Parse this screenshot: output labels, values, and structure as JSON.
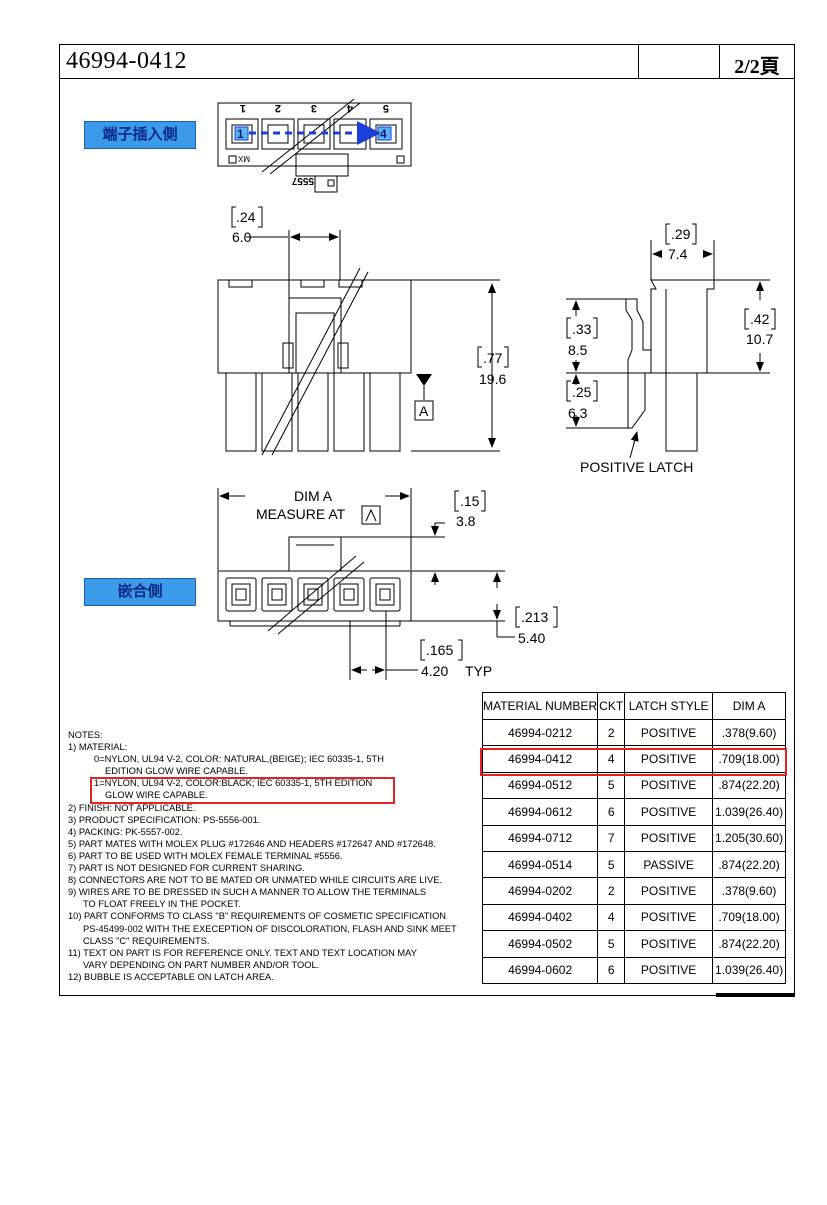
{
  "title": {
    "part_number": "46994-0412",
    "page": "2/2頁"
  },
  "labels": {
    "terminal_side": "端子插入側",
    "mating_side": "嵌合側",
    "pins": [
      "1",
      "2",
      "3",
      "4",
      "5"
    ],
    "arrow_start": "1",
    "arrow_end": "4",
    "mx_mark": "MX",
    "mold_mark": "5557",
    "positive_latch": "POSITIVE LATCH",
    "dim_a": "DIM A",
    "measure_at": "MEASURE  AT",
    "datum": "A",
    "typ": "TYP"
  },
  "dimensions": {
    "d1_in": ".24",
    "d1_mm": "6.0",
    "d2_in": ".77",
    "d2_mm": "19.6",
    "d3_in": ".29",
    "d3_mm": "7.4",
    "d4_in": ".42",
    "d4_mm": "10.7",
    "d5_in": ".33",
    "d5_mm": "8.5",
    "d6_in": ".25",
    "d6_mm": "6.3",
    "d7_in": ".15",
    "d7_mm": "3.8",
    "d8_in": ".213",
    "d8_mm": "5.40",
    "d9_in": ".165",
    "d9_mm": "4.20"
  },
  "notes": [
    {
      "text": "NOTES:",
      "indent": 0
    },
    {
      "text": "1) MATERIAL:",
      "indent": 0
    },
    {
      "text": "0=NYLON, UL94 V-2, COLOR: NATURAL,(BEIGE); IEC 60335-1, 5TH",
      "indent": 1
    },
    {
      "text": "EDITION GLOW WIRE CAPABLE.",
      "indent": 2
    },
    {
      "text": "1=NYLON, UL94 V-2, COLOR:BLACK; IEC 60335-1, 5TH EDITION",
      "indent": 1
    },
    {
      "text": "GLOW WIRE CAPABLE.",
      "indent": 2
    },
    {
      "text": "2) FINISH: NOT APPLICABLE.",
      "indent": 0
    },
    {
      "text": "3) PRODUCT SPECIFICATION: PS-5556-001.",
      "indent": 0
    },
    {
      "text": "4) PACKING: PK-5557-002.",
      "indent": 0
    },
    {
      "text": "5) PART MATES WITH MOLEX PLUG #172646 AND HEADERS #172647 AND #172648.",
      "indent": 0
    },
    {
      "text": "6) PART TO BE USED WITH MOLEX FEMALE TERMINAL #5556.",
      "indent": 0
    },
    {
      "text": "7) PART IS NOT DESIGNED FOR CURRENT SHARING.",
      "indent": 0
    },
    {
      "text": "8) CONNECTORS ARE NOT TO BE MATED OR UNMATED WHILE CIRCUITS ARE LIVE.",
      "indent": 0
    },
    {
      "text": "9) WIRES ARE TO BE DRESSED IN SUCH A MANNER TO ALLOW THE TERMINALS",
      "indent": 0
    },
    {
      "text": "TO FLOAT FREELY IN THE POCKET.",
      "indent": 3
    },
    {
      "text": "10) PART CONFORMS TO CLASS \"B\" REQUIREMENTS OF COSMETIC SPECIFICATION",
      "indent": 0
    },
    {
      "text": "PS-45499-002 WITH THE EXECEPTION OF DISCOLORATION, FLASH AND SINK MEET",
      "indent": 3
    },
    {
      "text": "CLASS \"C\" REQUIREMENTS.",
      "indent": 3
    },
    {
      "text": "11) TEXT ON PART IS FOR REFERENCE ONLY. TEXT AND TEXT LOCATION MAY",
      "indent": 0
    },
    {
      "text": "VARY DEPENDING ON PART NUMBER AND/OR TOOL.",
      "indent": 3
    },
    {
      "text": "12) BUBBLE IS ACCEPTABLE ON LATCH AREA.",
      "indent": 0
    }
  ],
  "table": {
    "headers": [
      "MATERIAL NUMBER",
      "CKT",
      "LATCH STYLE",
      "DIM A"
    ],
    "rows": [
      [
        "46994-0212",
        "2",
        "POSITIVE",
        ".378(9.60)"
      ],
      [
        "46994-0412",
        "4",
        "POSITIVE",
        ".709(18.00)"
      ],
      [
        "46994-0512",
        "5",
        "POSITIVE",
        ".874(22.20)"
      ],
      [
        "46994-0612",
        "6",
        "POSITIVE",
        "1.039(26.40)"
      ],
      [
        "46994-0712",
        "7",
        "POSITIVE",
        "1.205(30.60)"
      ],
      [
        "46994-0514",
        "5",
        "PASSIVE",
        ".874(22.20)"
      ],
      [
        "46994-0202",
        "2",
        "POSITIVE",
        ".378(9.60)"
      ],
      [
        "46994-0402",
        "4",
        "POSITIVE",
        ".709(18.00)"
      ],
      [
        "46994-0502",
        "5",
        "POSITIVE",
        ".874(22.20)"
      ],
      [
        "46994-0602",
        "6",
        "POSITIVE",
        "1.039(26.40)"
      ]
    ],
    "highlighted_row": 1
  },
  "colors": {
    "highlight": "#e32222",
    "label_fill": "#3c9be8",
    "arrow": "#1a3fd6"
  }
}
